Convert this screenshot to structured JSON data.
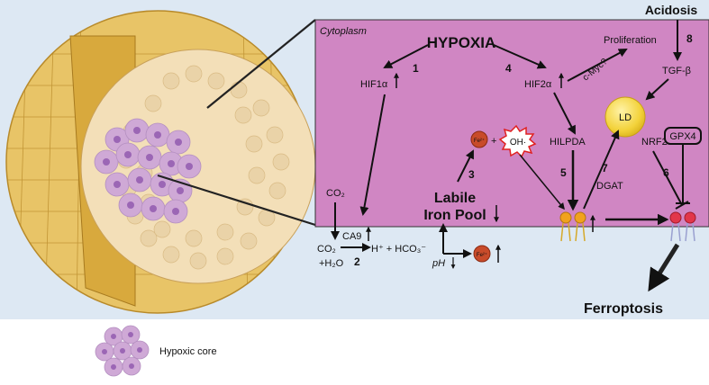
{
  "cytoplasm_label": "Cytoplasm",
  "hypoxia": "HYPOXIA",
  "acidosis": "Acidosis",
  "hif1a": "HIF1α",
  "hif2a": "HIF2α",
  "proliferation": "Proliferation",
  "cmyc": "c-Myc?",
  "tgfb": "TGF-β",
  "ld": "LD",
  "hilpda": "HILPDA",
  "nrf2": "NRF2",
  "gpx4": "GPX4",
  "dgat": "DGAT",
  "fe": "Fe²⁺",
  "plus": "+",
  "oh": "OH·",
  "labile_line1": "Labile",
  "labile_line2": "Iron Pool",
  "co2_top": "CO₂",
  "ca9": "CA9",
  "co2_bottom": "CO₂",
  "h2o": "+H₂O",
  "reaction": "H⁺ + HCO₃⁻",
  "ph": "pH",
  "ferroptosis": "Ferroptosis",
  "legend_label": "Hypoxic core",
  "steps": {
    "s1": "1",
    "s2": "2",
    "s3": "3",
    "s4": "4",
    "s5": "5",
    "s6": "6",
    "s7": "7",
    "s8": "8"
  },
  "colors": {
    "cytoplasm": "#d086c3",
    "background": "#dde8f3",
    "tissue_outer": "#e8c467",
    "tissue_inner": "#f3dfb8",
    "hypoxic_cell": "#cfa9d6",
    "lipid_droplet": "#f3d23a"
  }
}
